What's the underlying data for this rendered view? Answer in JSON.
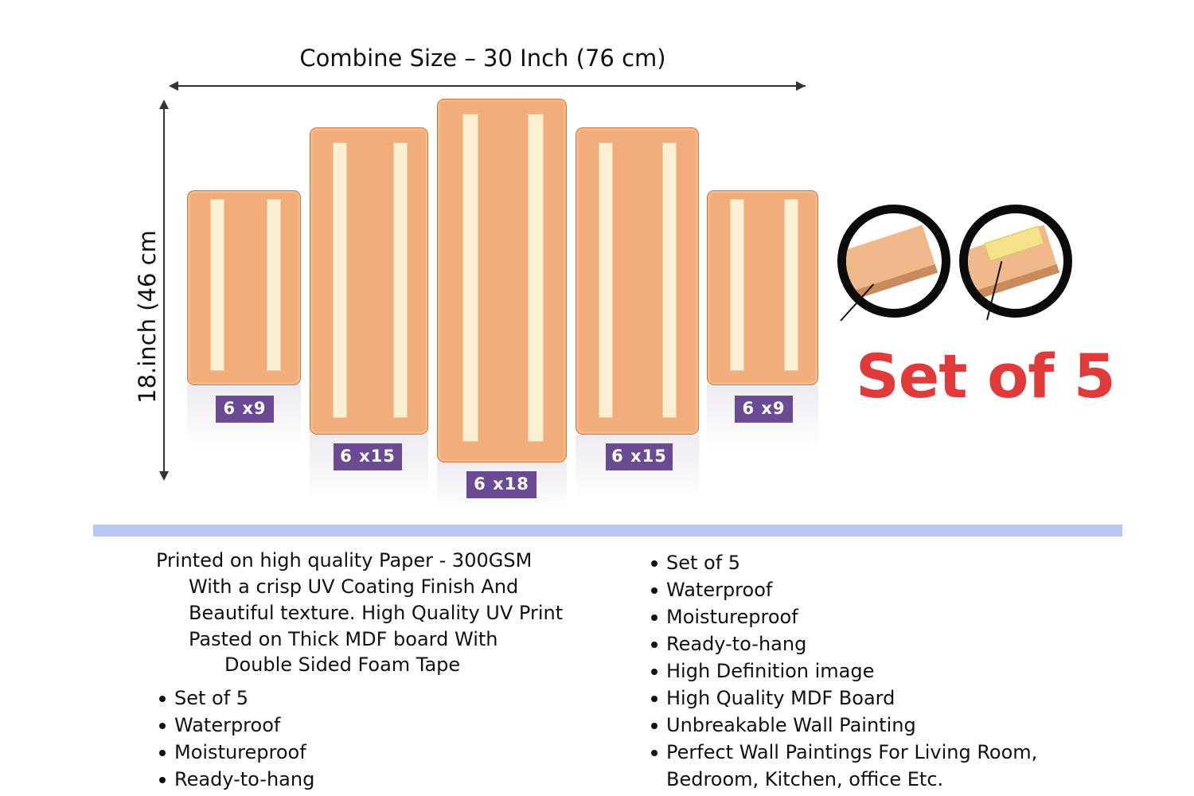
{
  "dimensions": {
    "width_label": "Combine Size – 30 Inch (76 cm)",
    "height_label": "18.inch (46 cm"
  },
  "panels": [
    {
      "size_label": "6 x9"
    },
    {
      "size_label": "6 x15"
    },
    {
      "size_label": "6 x18"
    },
    {
      "size_label": "6 x15"
    },
    {
      "size_label": "6 x9"
    }
  ],
  "badge": {
    "text": "Set of 5",
    "color": "#e03a3a"
  },
  "description": {
    "lines": [
      "Printed on high quality Paper - 300GSM",
      "With a crisp UV Coating Finish And",
      "Beautiful texture. High Quality UV Print",
      "Pasted on Thick MDF board With",
      "Double Sided Foam Tape"
    ]
  },
  "left_bullets": [
    "Set of 5",
    "Waterproof",
    "Moistureproof",
    "Ready-to-hang"
  ],
  "right_bullets": [
    "Set of 5",
    "Waterproof",
    "Moistureproof",
    "Ready-to-hang",
    "High Definition image",
    "High Quality MDF Board",
    "Unbreakable Wall Painting",
    "Perfect Wall Paintings For Living Room,"
  ],
  "right_bullet_continuation": "Bedroom, Kitchen, office Etc.",
  "colors": {
    "panel": "#f2ad7a",
    "tag": "#6a4a93",
    "divider": "#b8c8f2"
  }
}
